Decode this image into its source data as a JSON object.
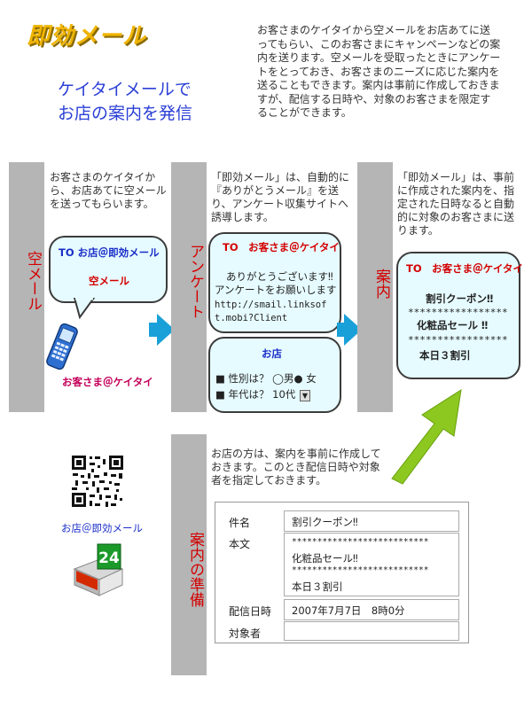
{
  "logo": "即効メール",
  "tagline": [
    "ケイタイメールで",
    "お店の案内を発信"
  ],
  "intro": "お客さまのケイタイから空メールをお店あてに送ってもらい、このお客さまにキャンペーンなどの案内を送ります。空メールを受取ったときにアンケートをとっておき、お客さまのニーズに応じた案内を送ることもできます。案内は事前に作成しておきますが、配信する日時や、対象のお客さまを限定することができます。",
  "steps": {
    "step1": {
      "label": "空メール",
      "desc": "お客さまのケイタイから、お店あてに空メールを送ってもらいます。",
      "bubble_to": "TO お店＠即効メール",
      "bubble_body": "空メール",
      "sender": "お客さま＠ケイタイ"
    },
    "step2": {
      "label": "アンケート",
      "desc": "「即効メール」は、自動的に『ありがとうメール』を送り、アンケート収集サイトへ誘導します。",
      "bubble_to": "TO　お客さま＠ケイタイ",
      "bubble_line1": "ありがとうございます‼",
      "bubble_line2": "アンケートをお願いします",
      "bubble_url": "http://smail.linksoft.mobi?Client",
      "shop_title": "お店",
      "q1": "■ 性別は？ ◯男● 女",
      "q2": "■ 年代は？ 10代"
    },
    "step3": {
      "label": "案内",
      "desc": "「即効メール」は、事前に作成された案内を、指定された日時なると自動的に対象のお客さまに送ります。",
      "bubble_to": "TO　お客さま＠ケイタイ",
      "line1": "割引クーポン‼",
      "line2": "*****************",
      "line3": "化粧品セール ‼",
      "line4": "*****************",
      "line5": "本日３割引"
    },
    "step4": {
      "label": "案内の準備",
      "desc": "お店の方は、案内を事前に作成しておきます。このとき配信日時や対象者を指定しておきます。",
      "shop_address": "お店＠即効メール",
      "badge": "24",
      "form": {
        "subject_label": "件名",
        "subject_value": "割引クーポン‼",
        "body_label": "本文",
        "body_lines": [
          "***************************",
          "化粧品セール‼",
          "***************************",
          "本日３割引"
        ],
        "date_label": "配信日時",
        "date_value": "2007年7月7日　8時0分",
        "target_label": "対象者",
        "target_value": ""
      }
    }
  },
  "colors": {
    "bar": "#b5b5b5",
    "accent_red": "#d40000",
    "accent_blue": "#1a2fc8",
    "arrow_blue": "#1aa0d8",
    "arrow_green": "#8cc820"
  }
}
